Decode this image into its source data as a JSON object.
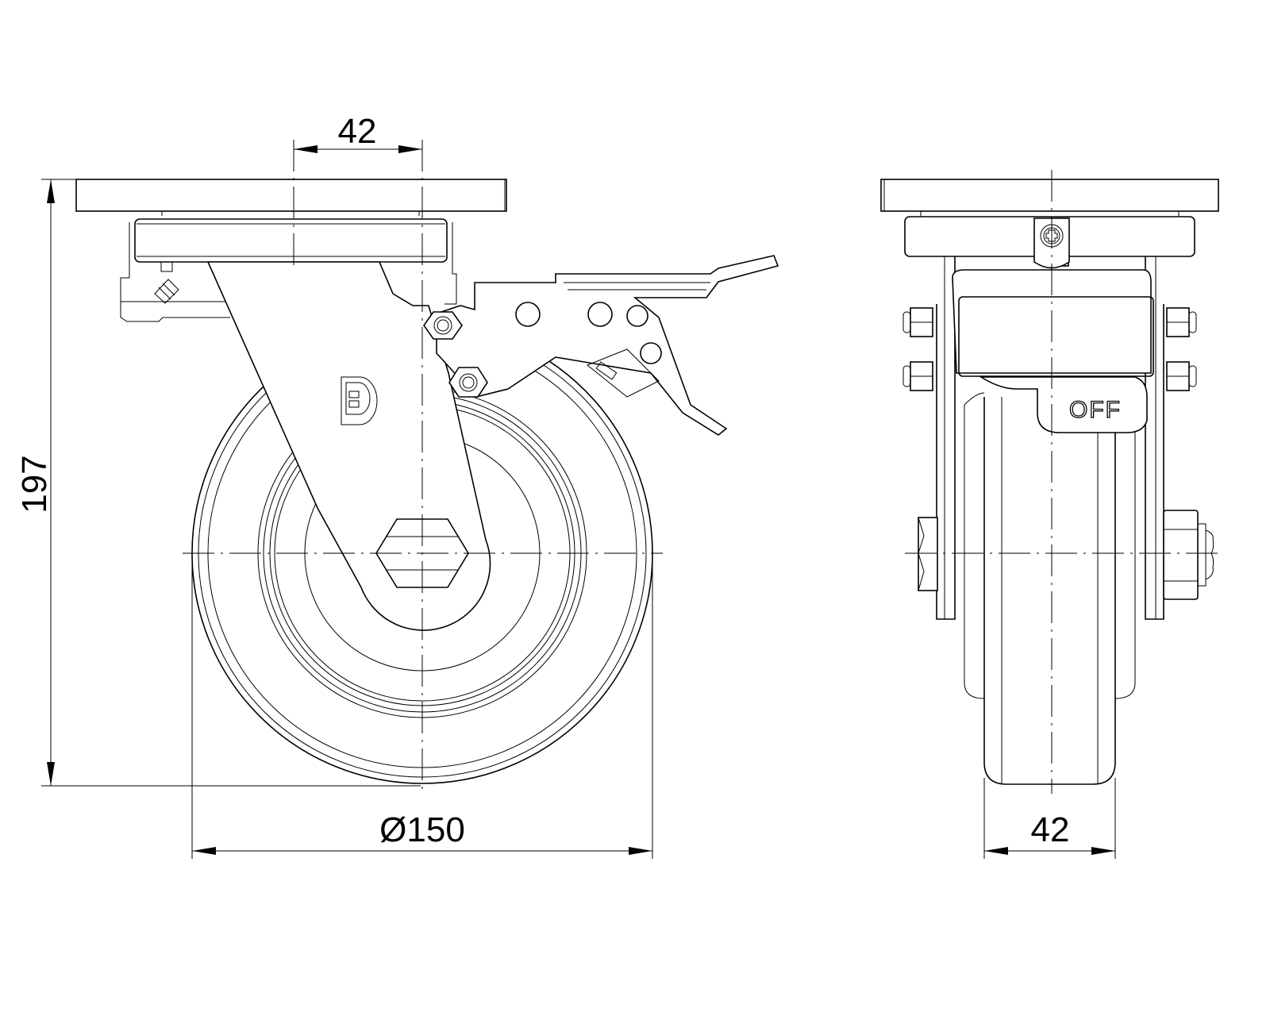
{
  "dimensions": {
    "offset_top": "42",
    "overall_height": "197",
    "wheel_diameter": "Ø150",
    "wheel_width": "42"
  },
  "labels": {
    "brake_state": "OFF",
    "logo_letter": "D"
  }
}
